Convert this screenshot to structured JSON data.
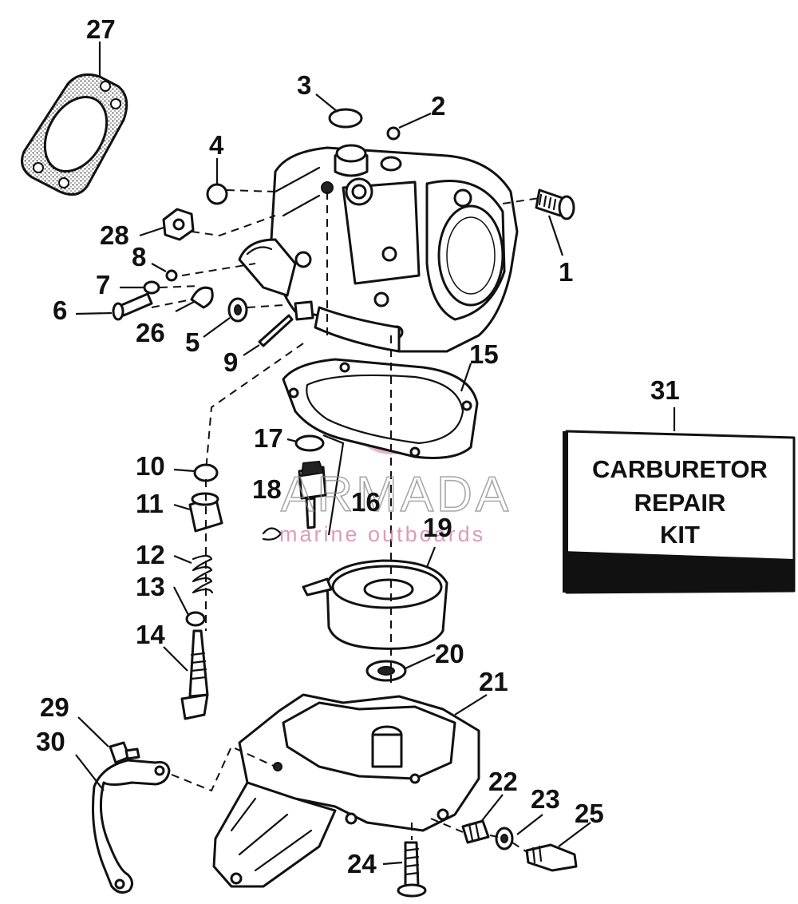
{
  "watermark": {
    "brand": "ARMADA",
    "tagline": "marine outboards",
    "logo_color": "#d07aa6"
  },
  "kit": {
    "line1": "CARBURETOR",
    "line2": "REPAIR",
    "line3": "KIT"
  },
  "callouts": {
    "c1": "1",
    "c2": "2",
    "c3": "3",
    "c4": "4",
    "c5": "5",
    "c6": "6",
    "c7": "7",
    "c8": "8",
    "c9": "9",
    "c10": "10",
    "c11": "11",
    "c12": "12",
    "c13": "13",
    "c14": "14",
    "c15": "15",
    "c16": "16",
    "c17": "17",
    "c18": "18",
    "c19": "19",
    "c20": "20",
    "c21": "21",
    "c22": "22",
    "c23": "23",
    "c24": "24",
    "c25": "25",
    "c26": "26",
    "c27": "27",
    "c28": "28",
    "c29": "29",
    "c30": "30",
    "c31": "31"
  }
}
